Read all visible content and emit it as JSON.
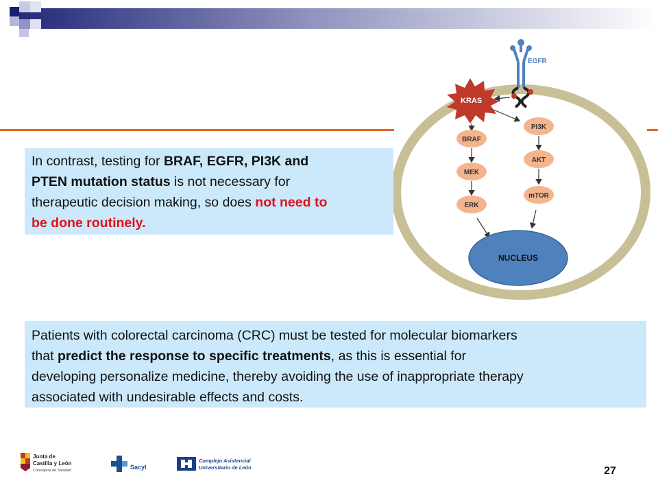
{
  "slide": {
    "page_number": "27"
  },
  "box1": {
    "p1": "In contrast, testing for ",
    "b1": "BRAF, EGFR, PI3K and",
    "b2": "PTEN mutation status",
    "p2": " is not necessary for",
    "p3": "therapeutic decision making, so does ",
    "r1": "not need to",
    "r2": "be done routinely."
  },
  "box2": {
    "l1": "Patients with colorectal carcinoma (CRC) must be tested for molecular biomarkers",
    "l2a": "that ",
    "l2b": "predict the response to specific treatments",
    "l2c": ", as this is essential for",
    "l3": "developing personalize medicine, thereby avoiding the use of inappropriate therapy",
    "l4": "associated with undesirable effects and costs."
  },
  "diagram": {
    "egfr": "EGFR",
    "kras": "KRAS",
    "braf": "BRAF",
    "mek": "MEK",
    "erk": "ERK",
    "pi3k": "PI3K",
    "akt": "AKT",
    "mtor": "mTOR",
    "nucleus": "NUCLEUS"
  },
  "footer": {
    "logo1_line1": "Junta de",
    "logo1_line2": "Castilla y León",
    "logo1_line3": "Consejería de Sanidad",
    "logo2": "Sacyl",
    "logo3_line1": "Complejo Asistencial",
    "logo3_line2": "Universitario de León"
  },
  "colors": {
    "accent_orange": "#e26b1f",
    "box_fill": "#cce9fb",
    "red_text": "#e0121b",
    "cell_ring": "#c9bf97",
    "node_fill": "#f4b48d",
    "nucleus_fill": "#4f81bd",
    "kras_fill": "#c0392b"
  }
}
